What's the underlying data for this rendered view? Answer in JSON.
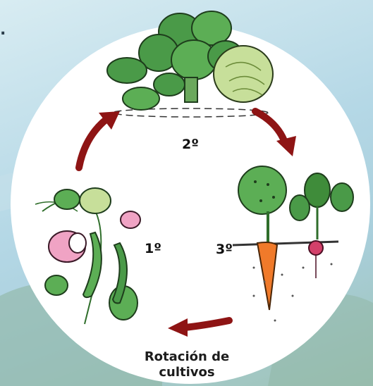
{
  "corner_mark": ".",
  "steps": {
    "first": "1º",
    "second": "2º",
    "third": "3º"
  },
  "caption": {
    "line1": "Rotación de",
    "line2": "cultivos"
  },
  "colors": {
    "circle": "#ffffff",
    "arrow": "#8e1414",
    "leaf_dark": "#3f8c3a",
    "leaf_light": "#b9d88a",
    "flower": "#f0a3c4",
    "carrot": "#f07a2a",
    "radish": "#d3406a",
    "soil": "#3a3a3a"
  },
  "icons": [
    "cabbage-lettuce-icon",
    "carrot-beet-icon",
    "bean-plant-icon",
    "cycle-arrow-icon"
  ]
}
